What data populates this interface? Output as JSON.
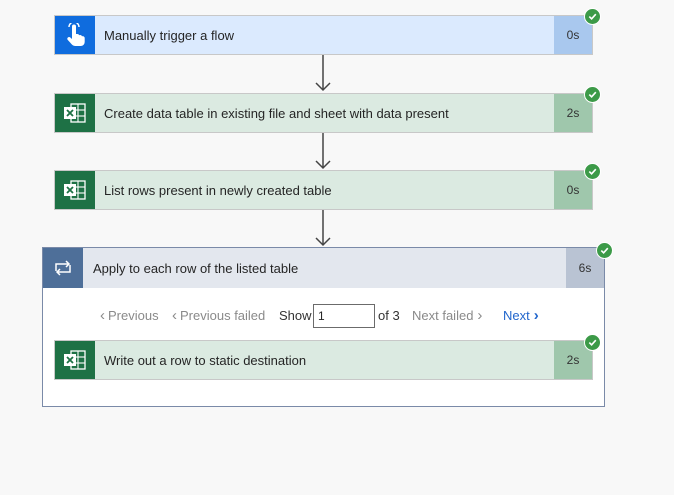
{
  "colors": {
    "trigger_bg": "#dbeafe",
    "trigger_icon_bg": "#0f6cde",
    "trigger_dur_bg": "#a9c8ee",
    "excel_bg": "#dbeae1",
    "excel_icon_bg": "#1e7145",
    "excel_dur_bg": "#9fc7ac",
    "success": "#3c9a48",
    "loop_icon_bg": "#4e6f99",
    "link_blue": "#2266cc"
  },
  "steps": [
    {
      "title": "Manually trigger a flow",
      "duration": "0s",
      "icon": "touch-icon"
    },
    {
      "title": "Create data table in existing file and sheet with data present",
      "duration": "2s",
      "icon": "excel-icon"
    },
    {
      "title": "List rows present in newly created table",
      "duration": "0s",
      "icon": "excel-icon"
    }
  ],
  "loop": {
    "title": "Apply to each row of the listed table",
    "duration": "6s",
    "icon": "loop-icon",
    "pager": {
      "previous": "Previous",
      "previous_failed": "Previous failed",
      "show_label": "Show",
      "current": "1",
      "of_label": "of 3",
      "next_failed": "Next failed",
      "next": "Next"
    },
    "inner": {
      "title": "Write out a row to static destination",
      "duration": "2s",
      "icon": "excel-icon"
    }
  }
}
